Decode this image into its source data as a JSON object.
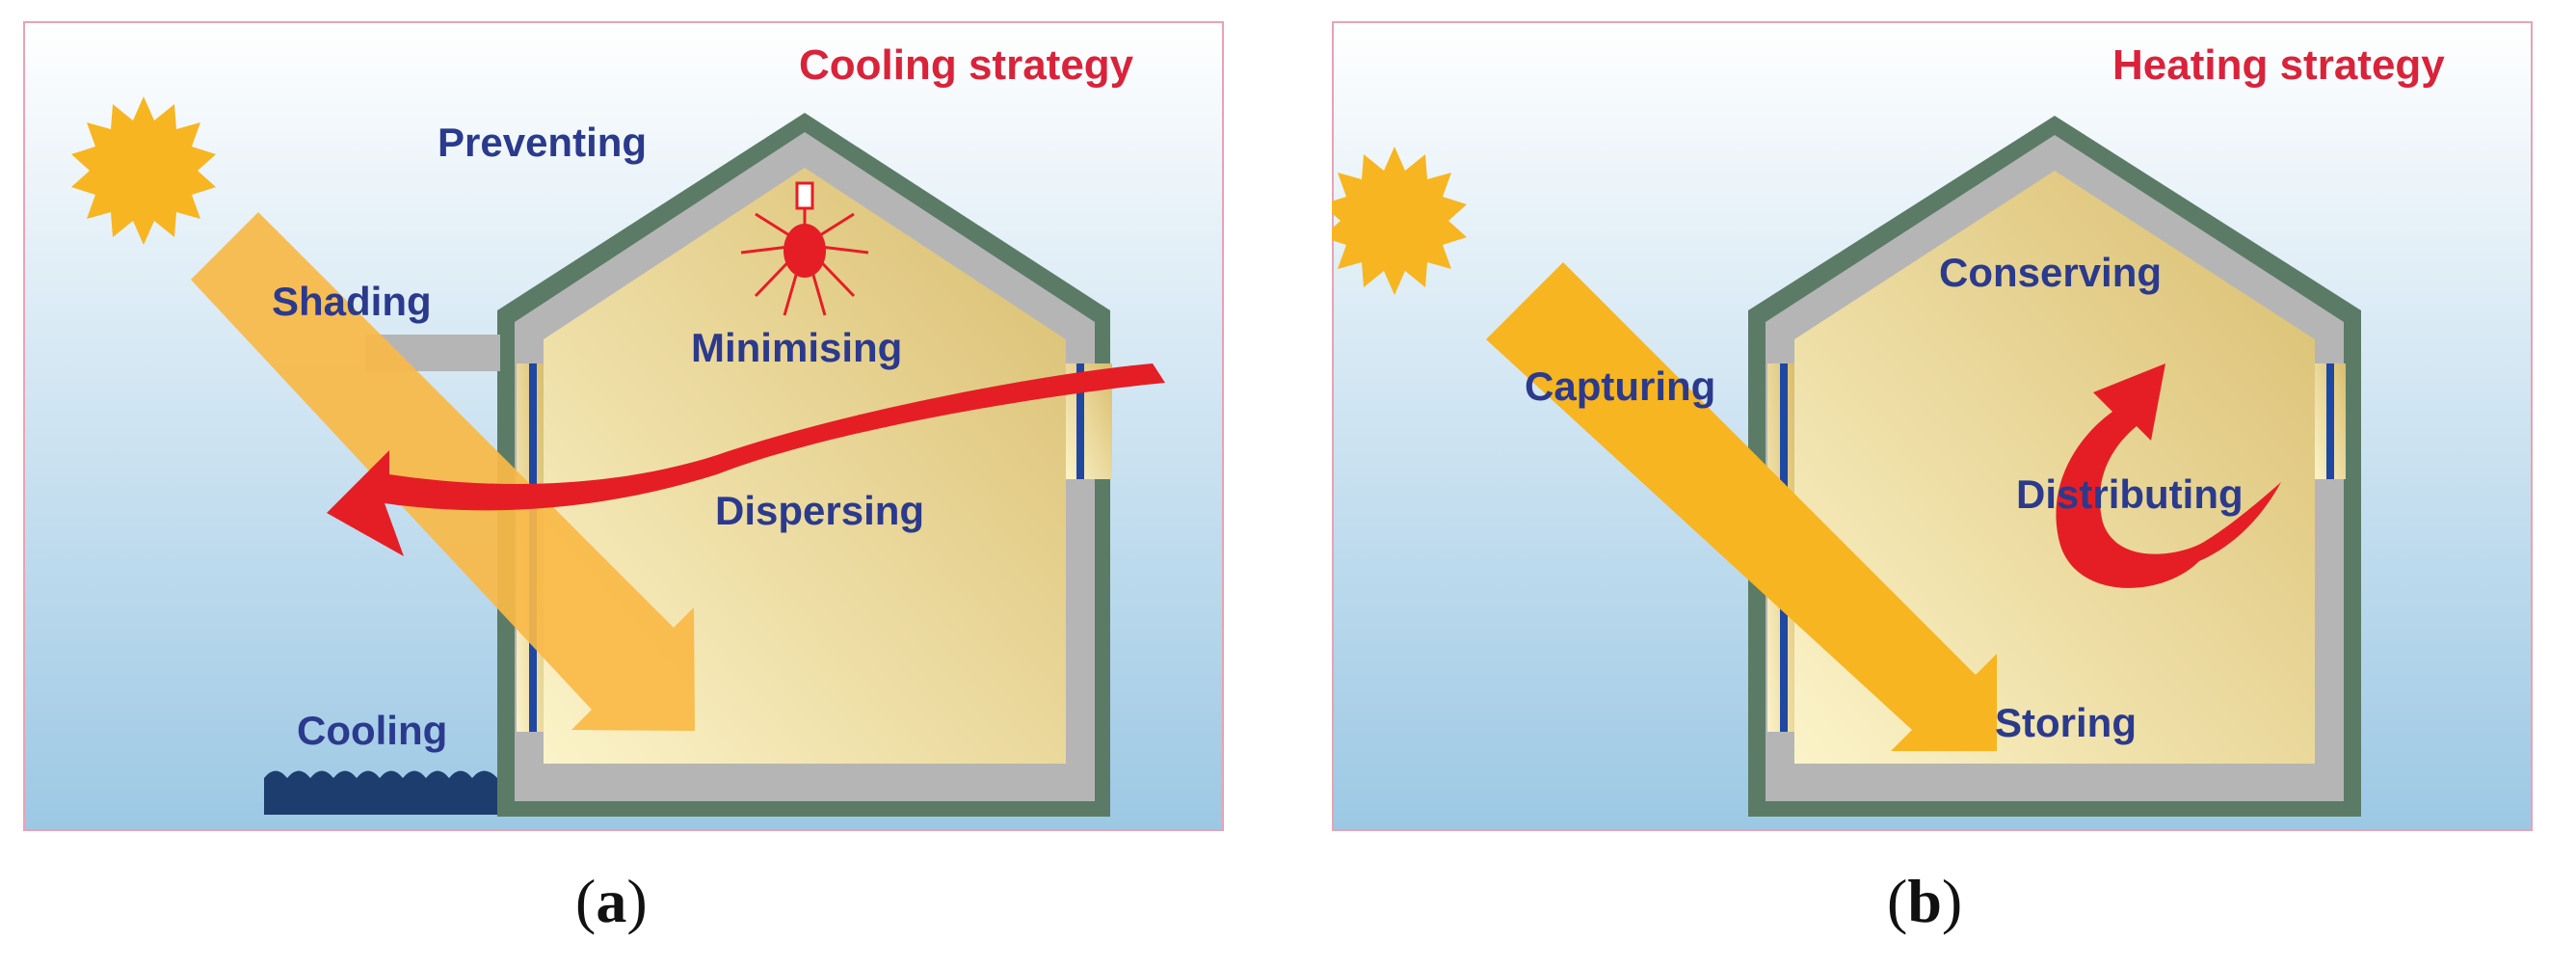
{
  "panel_a": {
    "title": "Cooling strategy",
    "labels": {
      "preventing": "Preventing",
      "shading": "Shading",
      "minimising": "Minimising",
      "dispersing": "Dispersing",
      "cooling": "Cooling"
    },
    "caption_open": "(",
    "caption_letter": "a",
    "caption_close": ")"
  },
  "panel_b": {
    "title": "Heating strategy",
    "labels": {
      "conserving": "Conserving",
      "capturing": "Capturing",
      "distributing": "Distributing",
      "storing": "Storing"
    },
    "caption_open": "(",
    "caption_letter": "b",
    "caption_close": ")"
  },
  "colors": {
    "title_red": "#d9233a",
    "label_navy": "#2b3a8c",
    "roof_green": "#5b7b66",
    "wall_grey": "#b5b5b5",
    "sun_yellow": "#f7b521",
    "arrow_red": "#e51e25",
    "window_blue": "#1f48a3",
    "water_navy": "#1d3d6e"
  }
}
